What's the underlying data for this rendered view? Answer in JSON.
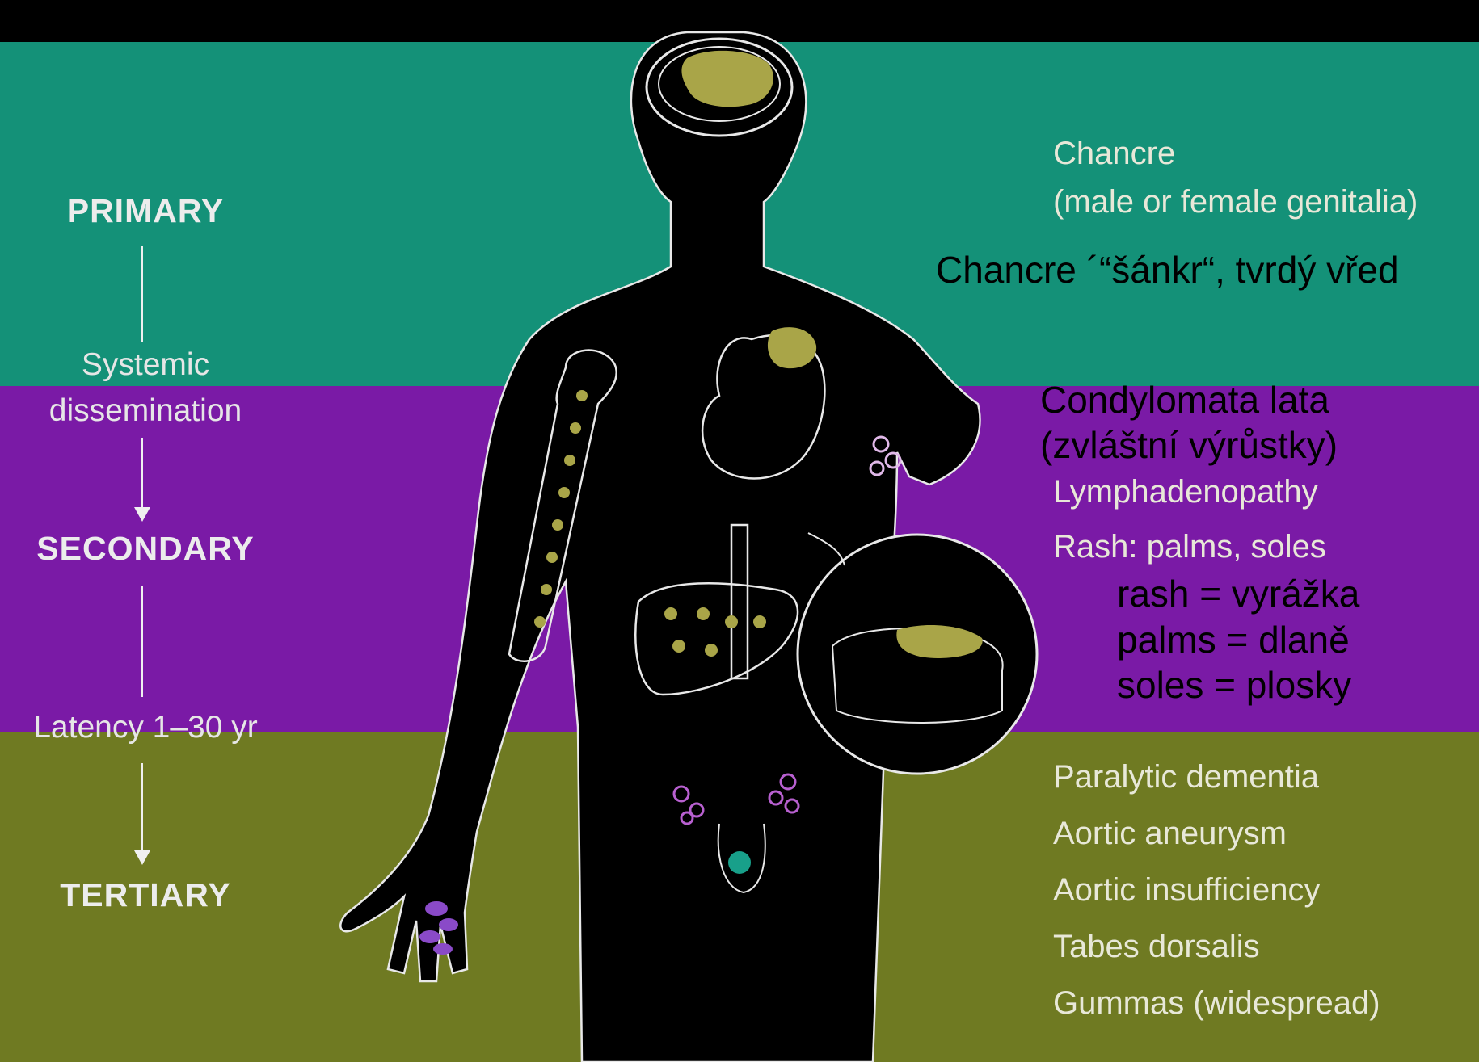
{
  "stages": {
    "primary": "PRIMARY",
    "systemic": "Systemic",
    "dissemination": "dissemination",
    "secondary": "SECONDARY",
    "latency": "Latency 1–30 yr",
    "tertiary": "TERTIARY"
  },
  "primary_findings": {
    "line1": "Chancre",
    "line2": "(male or female genitalia)"
  },
  "primary_note": "Chancre ´“šánkr“, tvrdý vřed",
  "secondary_notes": {
    "condylomata_line1": "Condylomata lata",
    "condylomata_line2": "(zvláštní výrůstky)",
    "glossary": [
      "rash = vyrážka",
      "palms = dlaně",
      "soles = plosky"
    ]
  },
  "secondary_findings": [
    "Lymphadenopathy",
    "Rash: palms, soles"
  ],
  "tertiary_findings": [
    "Paralytic dementia",
    "Aortic aneurysm",
    "Aortic insufficiency",
    "Tabes dorsalis",
    "Gummas (widespread)"
  ],
  "colors": {
    "primary_band": "#149178",
    "secondary_band": "#7a1aa6",
    "tertiary_band": "#6f7a22",
    "lesion": "#a9a548",
    "rash": "#8a4ac8",
    "figure": "#000000"
  }
}
